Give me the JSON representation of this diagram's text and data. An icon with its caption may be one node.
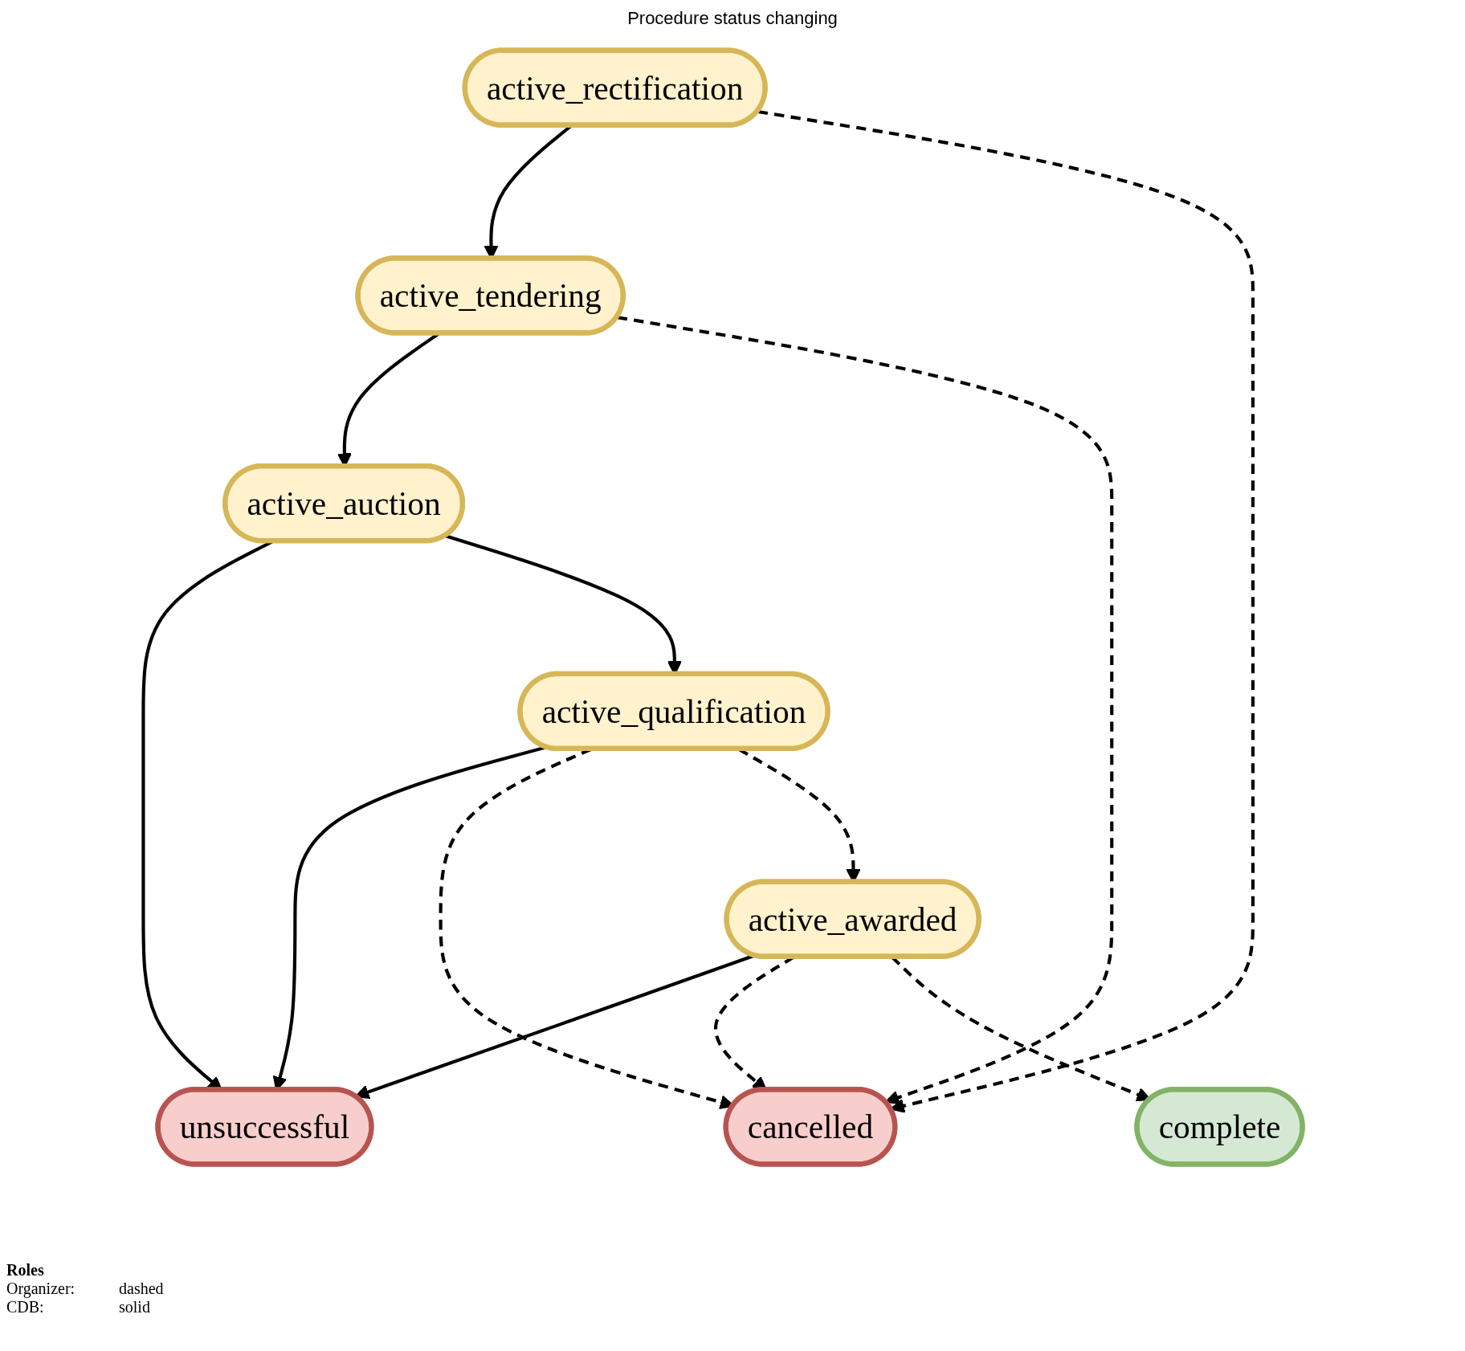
{
  "diagram": {
    "title": "Procedure status changing",
    "nodes": [
      {
        "text": [
          "active_rectification"
        ]
      },
      {
        "text": [
          "active_tendering"
        ]
      },
      {
        "text": [
          "active_auction"
        ]
      },
      {
        "text": [
          "unsuccessful"
        ]
      },
      {
        "text": [
          "active_qualification"
        ]
      },
      {
        "text": [
          "cancelled"
        ]
      },
      {
        "text": [
          "active_awarded"
        ]
      },
      {
        "text": [
          "complete"
        ]
      }
    ],
    "edges": [
      {
        "from": 0,
        "to": 1,
        "arrow": "to"
      },
      {
        "from": 0,
        "to": 5,
        "arrow": "to",
        "style": "dashed"
      },
      {
        "from": 1,
        "to": 2,
        "arrow": "to"
      },
      {
        "from": 1,
        "to": 5,
        "arrow": "to",
        "style": "dashed"
      },
      {
        "from": 2,
        "to": 3,
        "arrow": "to"
      },
      {
        "from": 2,
        "to": 4,
        "arrow": "to"
      },
      {
        "from": 4,
        "to": 3,
        "arrow": "to"
      },
      {
        "from": 4,
        "to": 5,
        "arrow": "to",
        "style": "dashed"
      },
      {
        "from": 4,
        "to": 6,
        "arrow": "to",
        "style": "dashed"
      },
      {
        "from": 6,
        "to": 3,
        "arrow": "to"
      },
      {
        "from": 6,
        "to": 5,
        "arrow": "to",
        "style": "dashed"
      },
      {
        "from": 6,
        "to": 7,
        "arrow": "to",
        "style": "dashed"
      }
    ],
    "labels": [
      "Roles",
      "Organizer:",
      "dashed",
      "CDB:",
      "solid"
    ]
  }
}
